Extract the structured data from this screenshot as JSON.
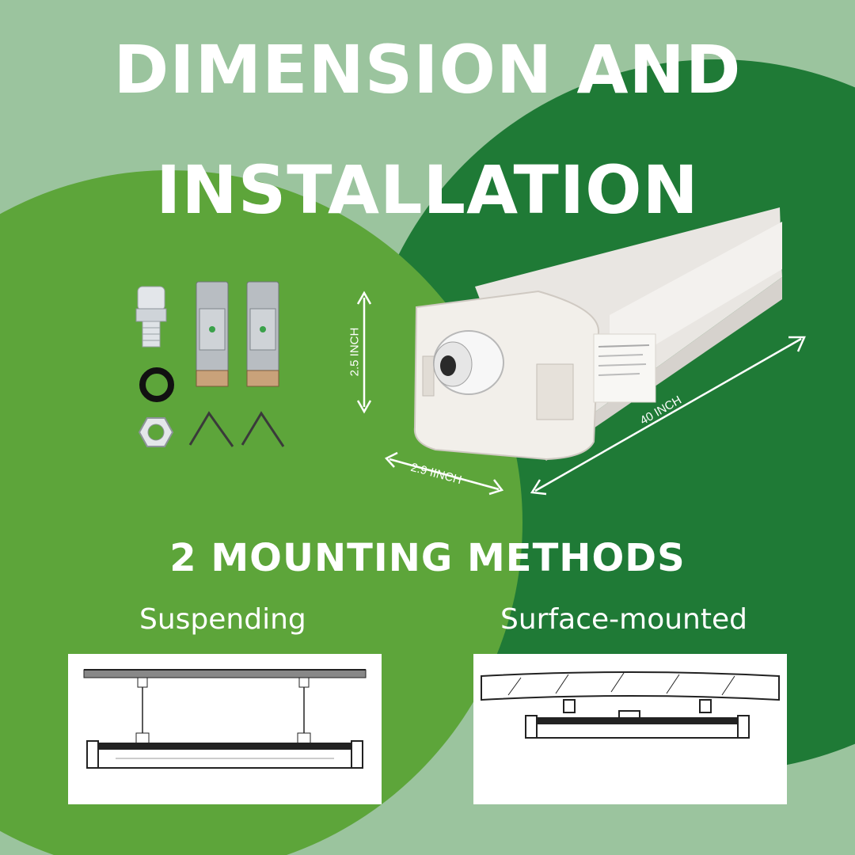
{
  "page": {
    "title_line1": "DIMENSION AND",
    "title_line2": "INSTALLATION",
    "section_heading": "2 MOUNTING METHODS"
  },
  "colors": {
    "background": "#9bc49e",
    "light_green": "#5da53a",
    "dark_green": "#1f7a36",
    "text": "#ffffff"
  },
  "dimensions": {
    "height": "2.5 INCH",
    "width": "2.9 IINCH",
    "length": "40 INCH"
  },
  "accessories": [
    {
      "name": "cable-gland-icon"
    },
    {
      "name": "mounting-clip-icon"
    },
    {
      "name": "mounting-clip-icon"
    },
    {
      "name": "o-ring-icon"
    },
    {
      "name": "hex-nut-icon"
    },
    {
      "name": "hanging-hook-icon"
    },
    {
      "name": "hanging-hook-icon"
    }
  ],
  "mounting_methods": [
    {
      "label": "Suspending"
    },
    {
      "label": "Surface-mounted"
    }
  ]
}
